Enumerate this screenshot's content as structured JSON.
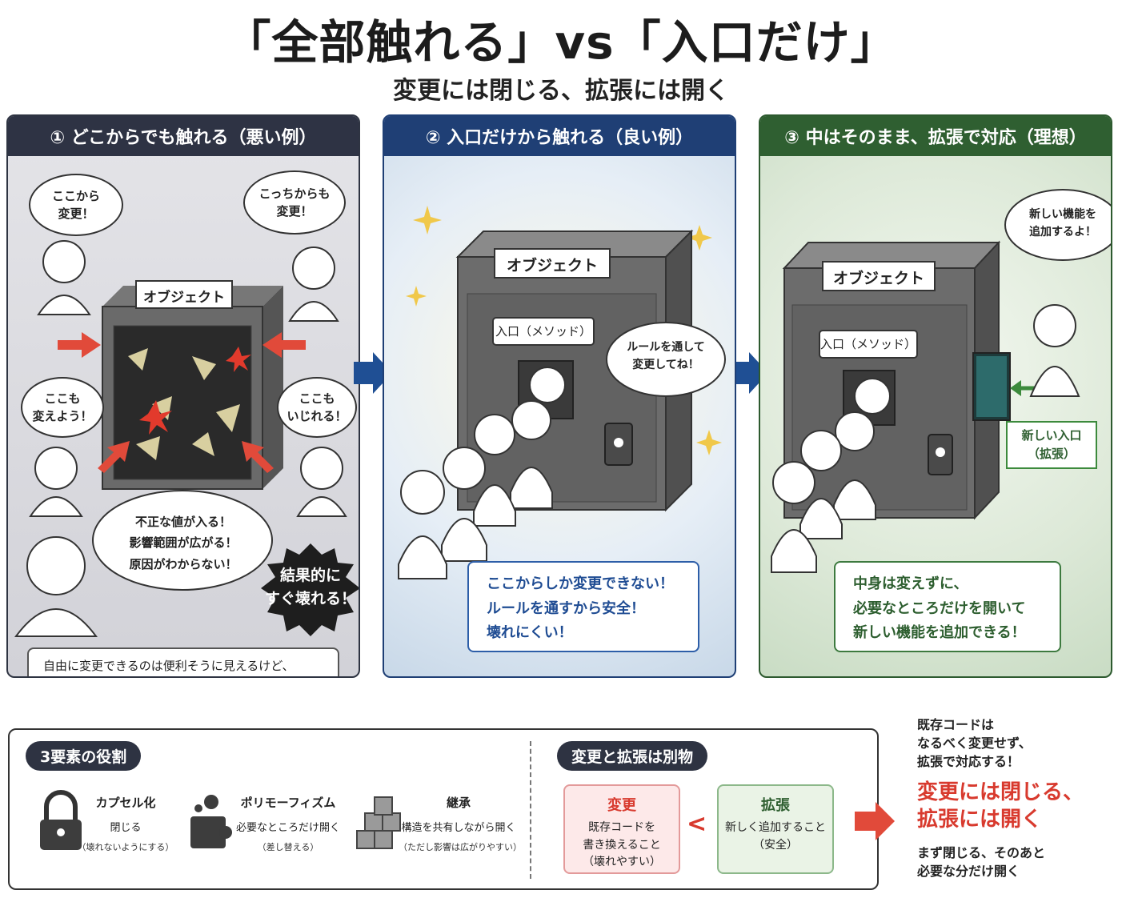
{
  "title": "「全部触れる」vs「入口だけ」",
  "subtitle": "変更には閉じる、拡張には開く",
  "colors": {
    "dark_header": "#2e3344",
    "blue": "#1f3f75",
    "green": "#2f5f31",
    "red": "#d83a2e"
  },
  "panel1": {
    "header": "① どこからでも触れる（悪い例）",
    "object_label": "オブジェクト",
    "bubble_tl": "ここから\n変更！",
    "bubble_tr": "こっちからも\n変更！",
    "bubble_ml": "ここも\n変えよう！",
    "bubble_mr": "ここも\nいじれる！",
    "warning": "不正な値が入る！\n影響範囲が広がる！\n原因がわからない！",
    "result": "結果的に\nすぐ壊れる！",
    "note": "自由に変更できるのは便利そうに見えるけど、\nすぐに壊れる原因になる…。"
  },
  "panel2": {
    "header": "② 入口だけから触れる（良い例）",
    "object_label": "オブジェクト",
    "method_label": "入口（メソッド）",
    "bubble": "ルールを通して\n変更してね！",
    "box": "ここからしか変更できない！\nルールを通すから安全！\n壊れにくい！"
  },
  "panel3": {
    "header": "③ 中はそのまま、拡張で対応（理想）",
    "object_label": "オブジェクト",
    "method_label": "入口（メソッド）",
    "bubble": "新しい機能を\n追加するよ！",
    "new_entrance": "新しい入口\n（拡張）",
    "box": "中身は変えずに、\n必要なところだけを開いて\n新しい機能を追加できる！"
  },
  "bottom": {
    "roles_title": "3要素の役割",
    "roles": [
      {
        "icon": "padlock-icon",
        "title": "カプセル化",
        "sub": "閉じる",
        "note": "（壊れないようにする）"
      },
      {
        "icon": "puzzle-gear-icon",
        "title": "ポリモーフィズム",
        "sub": "必要なところだけ開く",
        "note": "（差し替える）"
      },
      {
        "icon": "cube-stack-icon",
        "title": "継承",
        "sub": "構造を共有しながら開く",
        "note": "（ただし影響は広がりやすい）"
      }
    ],
    "diff_title": "変更と拡張は別物",
    "change": {
      "title": "変更",
      "desc": "既存コードを\n書き換えること\n（壊れやすい）"
    },
    "less_than": "<",
    "extend": {
      "title": "拡張",
      "desc": "新しく追加すること\n（安全）"
    }
  },
  "right": {
    "top": "既存コードは\nなるべく変更せず、\n拡張で対応する！",
    "main": "変更には閉じる、\n拡張には開く",
    "bottom": "まず閉じる、そのあと\n必要な分だけ開く"
  }
}
